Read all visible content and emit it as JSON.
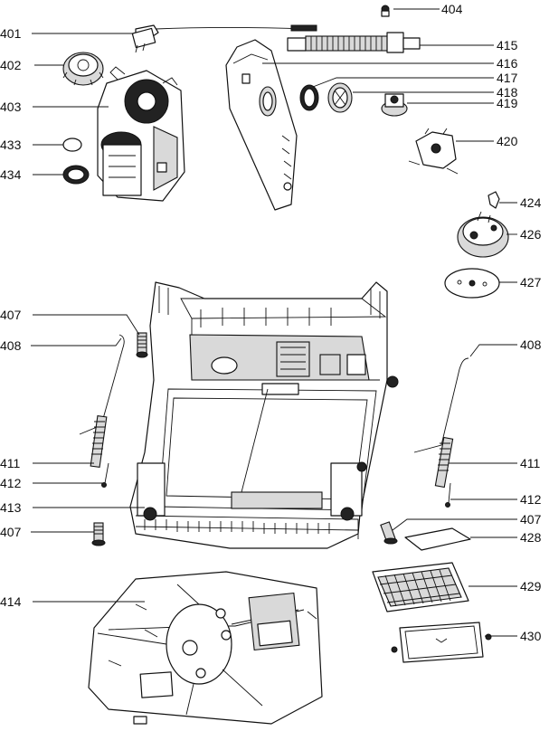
{
  "callouts": [
    {
      "id": "c404",
      "label": "404"
    },
    {
      "id": "c401",
      "label": "401"
    },
    {
      "id": "c415",
      "label": "415"
    },
    {
      "id": "c402",
      "label": "402"
    },
    {
      "id": "c416",
      "label": "416"
    },
    {
      "id": "c417",
      "label": "417"
    },
    {
      "id": "c403",
      "label": "403"
    },
    {
      "id": "c418",
      "label": "418"
    },
    {
      "id": "c419",
      "label": "419"
    },
    {
      "id": "c420",
      "label": "420"
    },
    {
      "id": "c433",
      "label": "433"
    },
    {
      "id": "c434",
      "label": "434"
    },
    {
      "id": "c424",
      "label": "424"
    },
    {
      "id": "c426",
      "label": "426"
    },
    {
      "id": "c427",
      "label": "427"
    },
    {
      "id": "c407a",
      "label": "407"
    },
    {
      "id": "c408a",
      "label": "408"
    },
    {
      "id": "c408b",
      "label": "408"
    },
    {
      "id": "c411a",
      "label": "411"
    },
    {
      "id": "c411b",
      "label": "411"
    },
    {
      "id": "c412a",
      "label": "412"
    },
    {
      "id": "c412b",
      "label": "412"
    },
    {
      "id": "c413",
      "label": "413"
    },
    {
      "id": "c407b",
      "label": "407"
    },
    {
      "id": "c407c",
      "label": "407"
    },
    {
      "id": "c428",
      "label": "428"
    },
    {
      "id": "c429",
      "label": "429"
    },
    {
      "id": "c414",
      "label": "414"
    },
    {
      "id": "c430",
      "label": "430"
    }
  ]
}
